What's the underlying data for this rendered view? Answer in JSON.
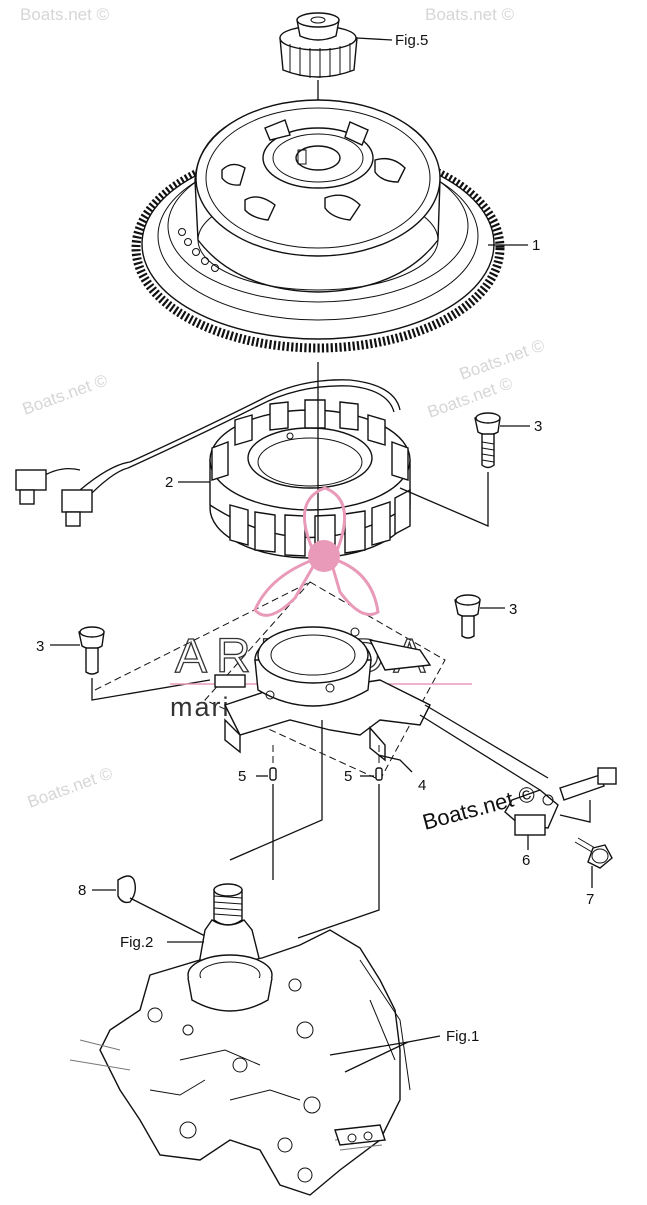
{
  "watermarks": [
    {
      "text": "Boats.net ©"
    },
    {
      "text": "Boats.net ©"
    },
    {
      "text": "Boats.net ©"
    },
    {
      "text": "Boats.net ©"
    },
    {
      "text": "Boats.net ©"
    },
    {
      "text": "Boats.net ©"
    }
  ],
  "watermark_dark": "Boats.net ©",
  "brand": {
    "name": "ARMADA",
    "tagline": "marine outboards",
    "accent_color": "#e89ab8",
    "ink_color": "#333333"
  },
  "callouts": {
    "fig5": "Fig.5",
    "part1": "1",
    "part2": "2",
    "part3_a": "3",
    "part3_b": "3",
    "part3_c": "3",
    "part4": "4",
    "part5_a": "5",
    "part5_b": "5",
    "part6": "6",
    "part7": "7",
    "part8": "8",
    "fig2": "Fig.2",
    "fig1": "Fig.1"
  }
}
